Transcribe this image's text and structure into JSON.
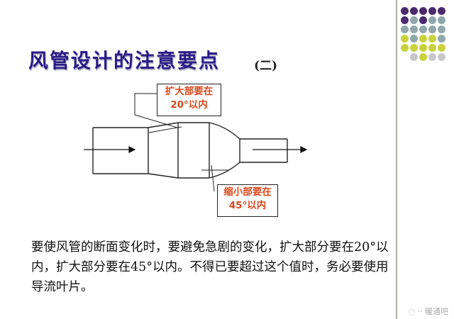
{
  "slide": {
    "title": "风管设计的注意要点",
    "subtitle": "(二)",
    "callout_expand_line1": "扩大部要在",
    "callout_expand_line2": "20°以内",
    "callout_shrink_line1": "缩小部要在",
    "callout_shrink_line2": "45°以内",
    "body_text": "要使风管的断面变化时，要避免急剧的变化，扩大部分要在20°以内，扩大部分要在45°以内。不得已要超过这个值时，务必要使用导流叶片。",
    "watermark": "◌ ·· 暖通吧"
  },
  "colors": {
    "title": "#2b1c88",
    "callout_text": "#d9481a",
    "dot_purple": "#4b2a6e",
    "dot_teal": "#8fa8ab",
    "dot_yellow": "#c9d23c",
    "dot_gray": "#c8c8cc"
  }
}
